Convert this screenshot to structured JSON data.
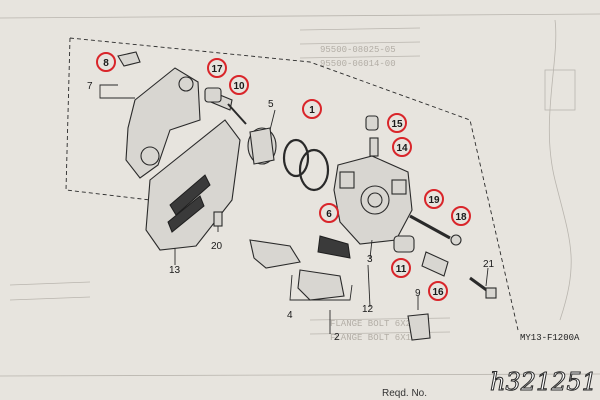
{
  "diagram": {
    "plain_labels": [
      "2",
      "3",
      "4",
      "5",
      "7",
      "9",
      "12",
      "13",
      "20",
      "21"
    ],
    "circled_labels": [
      "1",
      "6",
      "8",
      "10",
      "11",
      "14",
      "15",
      "16",
      "17",
      "18",
      "19"
    ],
    "figure_code": "MY13-F1200A",
    "footer_text": "Reqd. No.",
    "watermark": "h321251",
    "highlight_color": "#d9252a"
  }
}
